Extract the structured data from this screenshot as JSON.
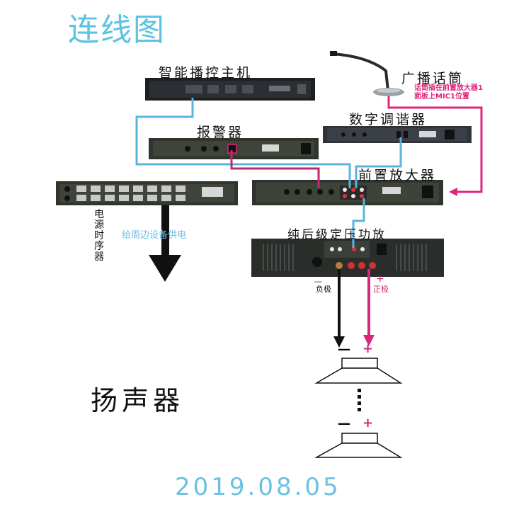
{
  "title": "连线图",
  "devices": {
    "controller": "智能播控主机",
    "alarm": "报警器",
    "tuner": "数字调谐器",
    "preamp": "前置放大器",
    "power_amp": "纯后级定压功放",
    "microphone": "广播话筒",
    "power_sequencer": "电源时序器"
  },
  "mic_note_line1": "话筒插在前置放大器1",
  "mic_note_line2": "面板上MIC1位置",
  "power_feed": "给周边设备供电",
  "negative_label": "负极",
  "positive_label": "正极",
  "minus": "—",
  "plus": "+",
  "speaker": "扬声器",
  "date": "2019.08.05",
  "colors": {
    "signal": "#5ab4dc",
    "positive": "#d8267a",
    "negative": "#111111",
    "title": "#5cc3e0"
  }
}
